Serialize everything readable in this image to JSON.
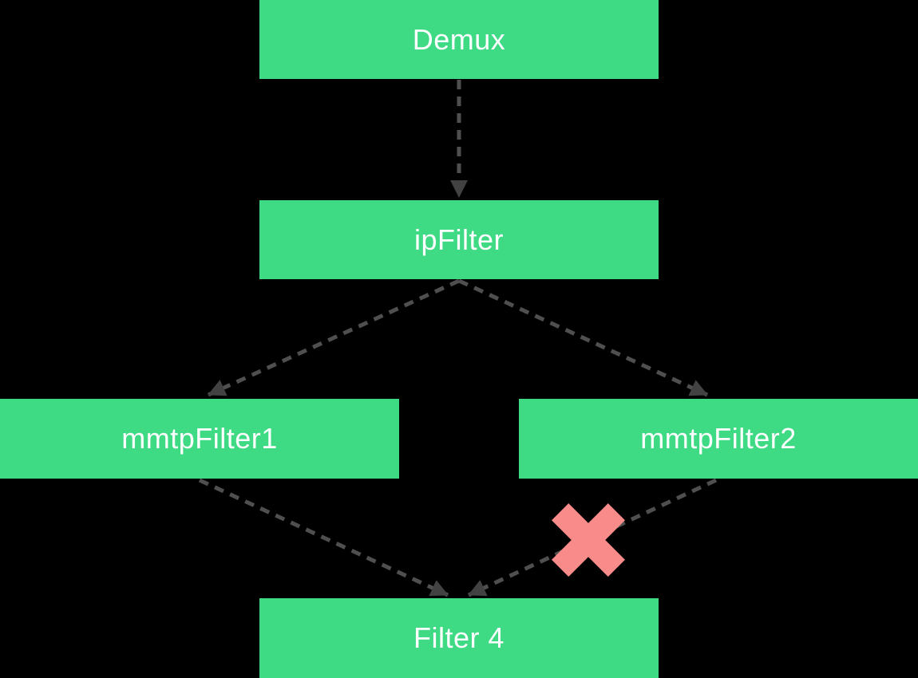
{
  "diagram": {
    "title": "demux filter chain",
    "background_color": "#000000",
    "node_fill_color": "#3eda84",
    "node_text_color": "#ffffff",
    "edge_color": "#4f4f4f",
    "arrowhead_color": "#424242",
    "blocked_cross_color": "#f98b8b",
    "nodes": [
      {
        "id": "demux",
        "label": "Demux"
      },
      {
        "id": "ipFilter",
        "label": "ipFilter"
      },
      {
        "id": "mmtpFilter1",
        "label": "mmtpFilter1"
      },
      {
        "id": "mmtpFilter2",
        "label": "mmtpFilter2"
      },
      {
        "id": "filter4",
        "label": "Filter 4"
      }
    ],
    "edges": [
      {
        "from": "Demux",
        "to": "ipFilter",
        "style": "dashed",
        "status": "active"
      },
      {
        "from": "ipFilter",
        "to": "mmtpFilter1",
        "style": "dashed",
        "status": "active"
      },
      {
        "from": "ipFilter",
        "to": "mmtpFilter2",
        "style": "dashed",
        "status": "active"
      },
      {
        "from": "mmtpFilter1",
        "to": "Filter 4",
        "style": "dashed",
        "status": "active"
      },
      {
        "from": "mmtpFilter2",
        "to": "Filter 4",
        "style": "dashed",
        "status": "blocked"
      }
    ]
  }
}
